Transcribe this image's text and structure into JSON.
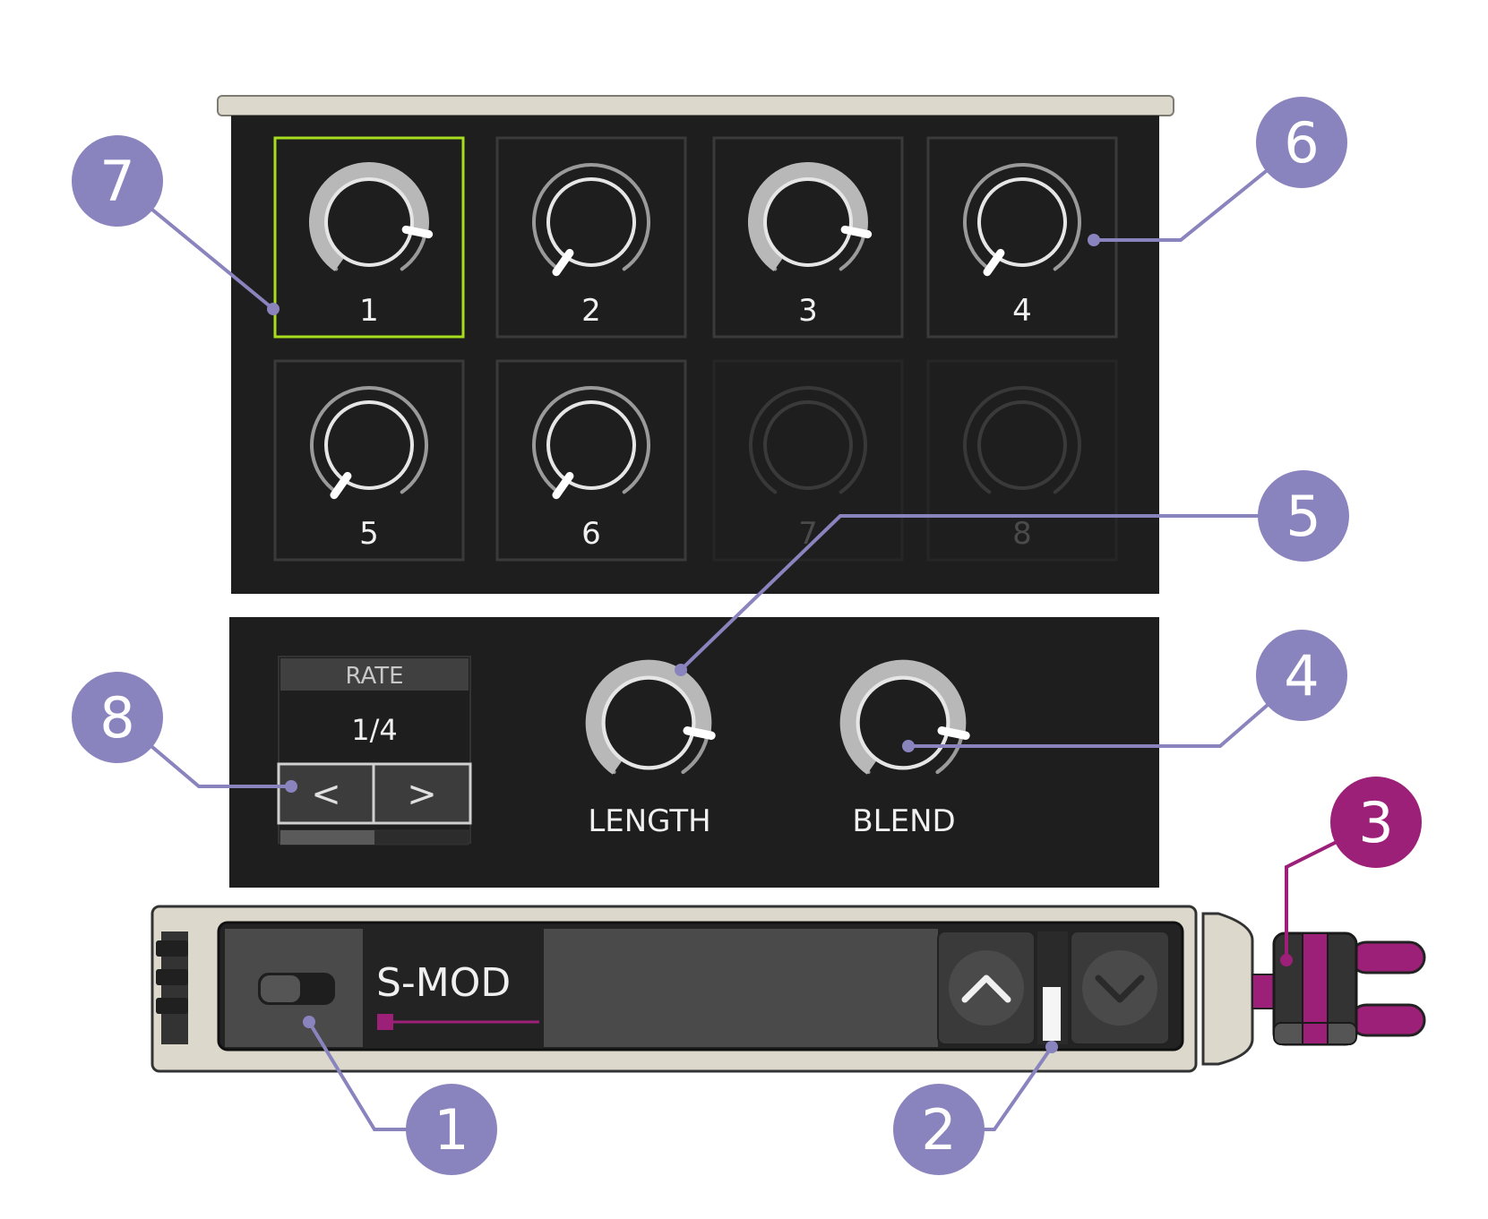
{
  "knobs": [
    {
      "label": "1",
      "value": 0.85,
      "enabled": true,
      "selected": true
    },
    {
      "label": "2",
      "value": 0.0,
      "enabled": true,
      "selected": false
    },
    {
      "label": "3",
      "value": 0.85,
      "enabled": true,
      "selected": false
    },
    {
      "label": "4",
      "value": 0.0,
      "enabled": true,
      "selected": false
    },
    {
      "label": "5",
      "value": 0.0,
      "enabled": true,
      "selected": false
    },
    {
      "label": "6",
      "value": 0.0,
      "enabled": true,
      "selected": false
    },
    {
      "label": "7",
      "value": 0.0,
      "enabled": false,
      "selected": false
    },
    {
      "label": "8",
      "value": 0.0,
      "enabled": false,
      "selected": false
    }
  ],
  "rate": {
    "header": "RATE",
    "value": "1/4",
    "prev": "<",
    "next": ">",
    "progress": 0.5
  },
  "length": {
    "label": "LENGTH",
    "value": 0.85
  },
  "blend": {
    "label": "BLEND",
    "value": 0.85
  },
  "device": {
    "name": "S-MOD",
    "toggle_on": false,
    "up_icon": "chevron-up-icon",
    "down_icon": "chevron-down-icon"
  },
  "callouts": [
    {
      "number": "1"
    },
    {
      "number": "2"
    },
    {
      "number": "3"
    },
    {
      "number": "4"
    },
    {
      "number": "5"
    },
    {
      "number": "6"
    },
    {
      "number": "7"
    },
    {
      "number": "8"
    }
  ],
  "colors": {
    "panel": "#1e1e1e",
    "selected_outline": "#a6de1e",
    "callout": "#8a84be",
    "callout_highlight": "#9c1f78",
    "cable": "#9c1f78",
    "device_frame": "#dcd9cc"
  }
}
